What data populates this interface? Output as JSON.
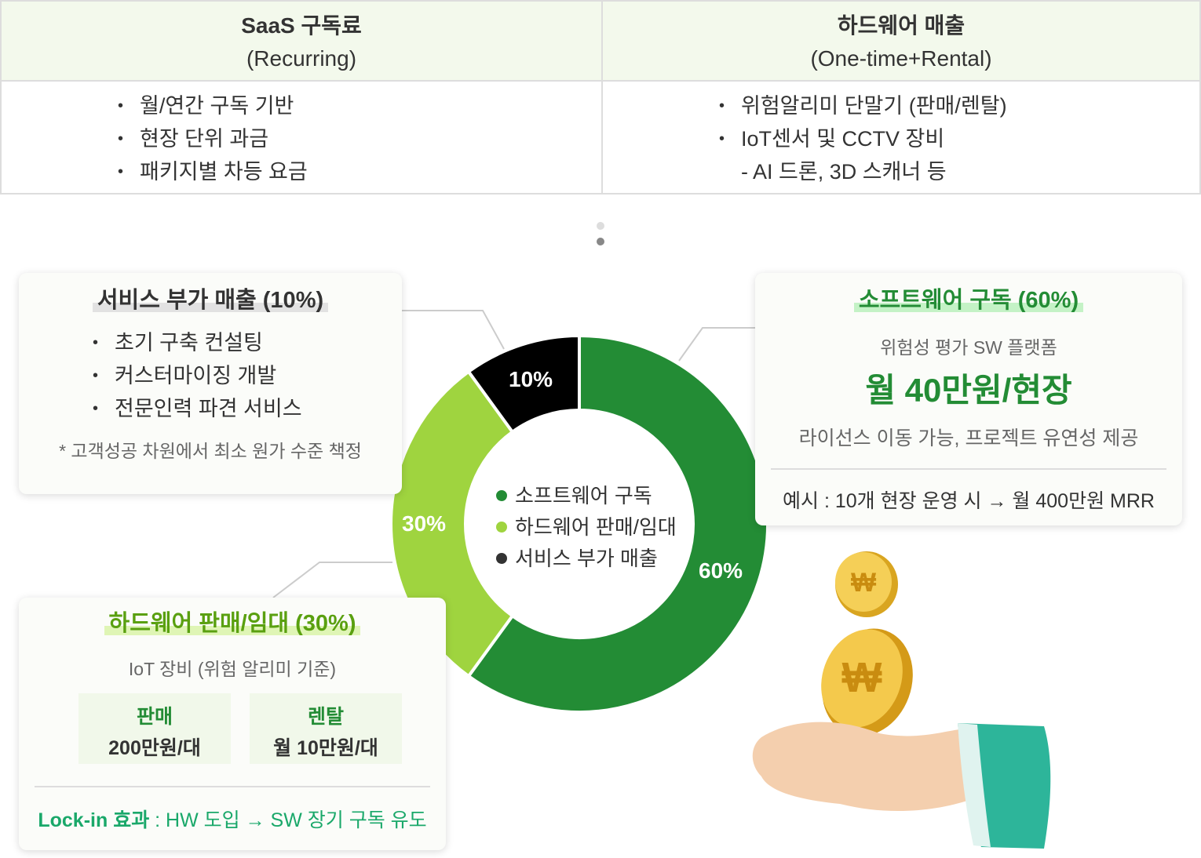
{
  "table": {
    "headers": [
      {
        "title": "SaaS 구독료",
        "sub": "(Recurring)"
      },
      {
        "title": "하드웨어 매출",
        "sub": "(One-time+Rental)"
      }
    ],
    "left_items": [
      "월/연간 구독 기반",
      "현장 단위 과금",
      "패키지별 차등 요금"
    ],
    "right_items": [
      "위험알리미 단말기 (판매/렌탈)",
      "IoT센서 및 CCTV 장비"
    ],
    "right_subitem": "- AI 드론, 3D 스캐너 등"
  },
  "service_box": {
    "title": "서비스 부가 매출 (10%)",
    "items": [
      "초기 구축 컨설팅",
      "커스터마이징 개발",
      "전문인력 파견 서비스"
    ],
    "note": "* 고객성공 차원에서 최소 원가 수준 책정"
  },
  "software_box": {
    "title": "소프트웨어 구독 (60%)",
    "subtitle": "위험성 평가 SW 플랫폼",
    "price": "월 40만원/현장",
    "desc": "라이선스 이동 가능, 프로젝트 유연성 제공",
    "example": "예시 : 10개 현장 운영 시 → 월 400만원 MRR"
  },
  "hardware_box": {
    "title": "하드웨어 판매/임대 (30%)",
    "subtitle": "IoT 장비 (위험 알리미 기준)",
    "options": [
      {
        "label": "판매",
        "price": "200만원/대"
      },
      {
        "label": "렌탈",
        "price": "월 10만원/대"
      }
    ],
    "lockin_label": "Lock-in 효과",
    "lockin_text": " : HW 도입 → SW 장기 구독 유도"
  },
  "chart_data": {
    "type": "pie",
    "donut": true,
    "categories": [
      "소프트웨어 구독",
      "하드웨어 판매/임대",
      "서비스 부가 매출"
    ],
    "values": [
      60,
      30,
      10
    ],
    "labels": [
      "60%",
      "30%",
      "10%"
    ],
    "colors": [
      "#238c35",
      "#9fd43f",
      "#000000"
    ],
    "legend_colors": [
      "#238c35",
      "#9fd43f",
      "#333333"
    ],
    "legend": "center"
  }
}
